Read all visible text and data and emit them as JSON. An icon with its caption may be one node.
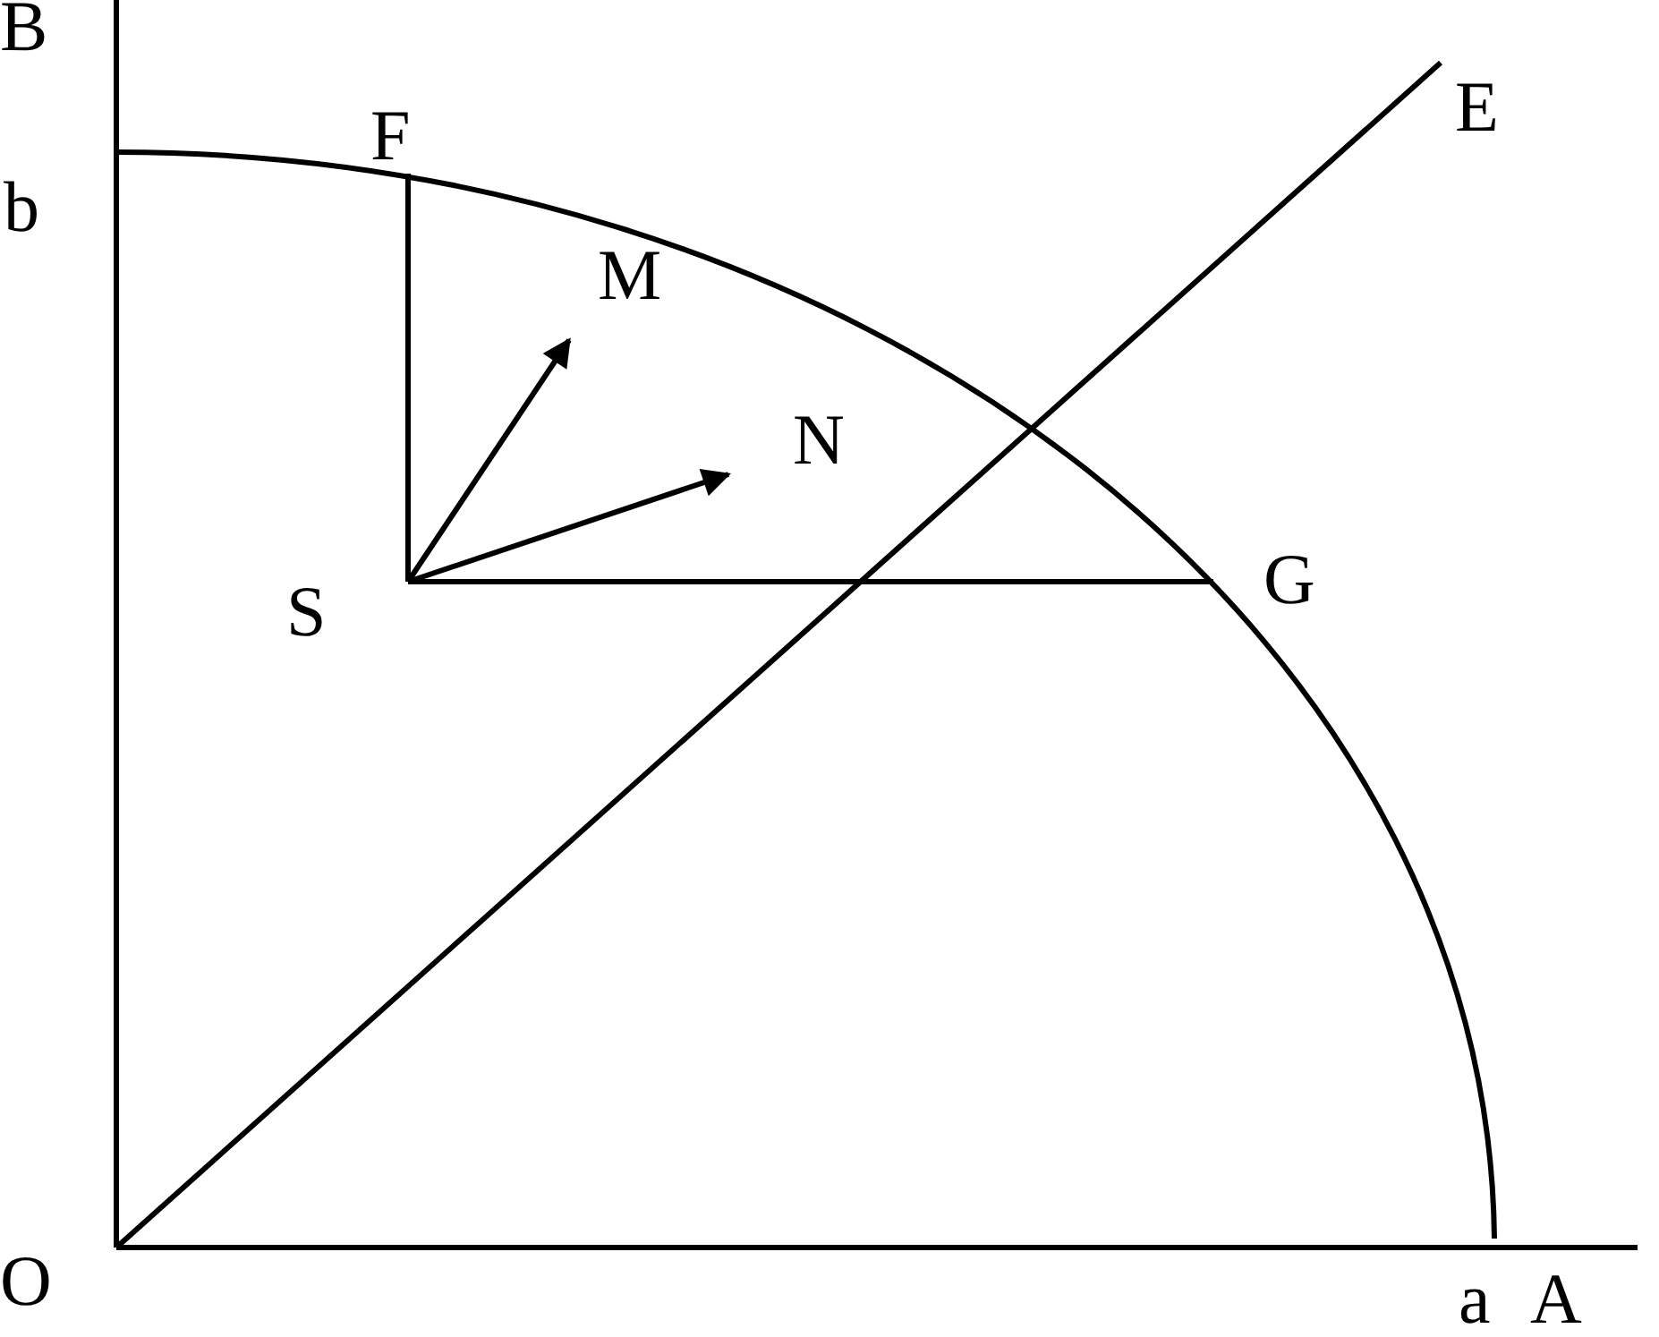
{
  "diagram": {
    "nodes": [
      {
        "text": [
          "S"
        ]
      },
      {
        "text": [
          "F"
        ]
      },
      {
        "text": [
          "G"
        ]
      },
      {
        "text": [
          "M"
        ]
      },
      {
        "text": [
          "N"
        ]
      }
    ],
    "edges": [
      {
        "from": 0,
        "to": 1,
        "arrow": "none"
      },
      {
        "from": 0,
        "to": 2,
        "arrow": "none"
      },
      {
        "from": 0,
        "to": 3,
        "arrow": "to"
      },
      {
        "from": 0,
        "to": 4,
        "arrow": "to"
      }
    ],
    "labels": [
      "B",
      "b",
      "E",
      "O",
      "a",
      "A"
    ]
  }
}
